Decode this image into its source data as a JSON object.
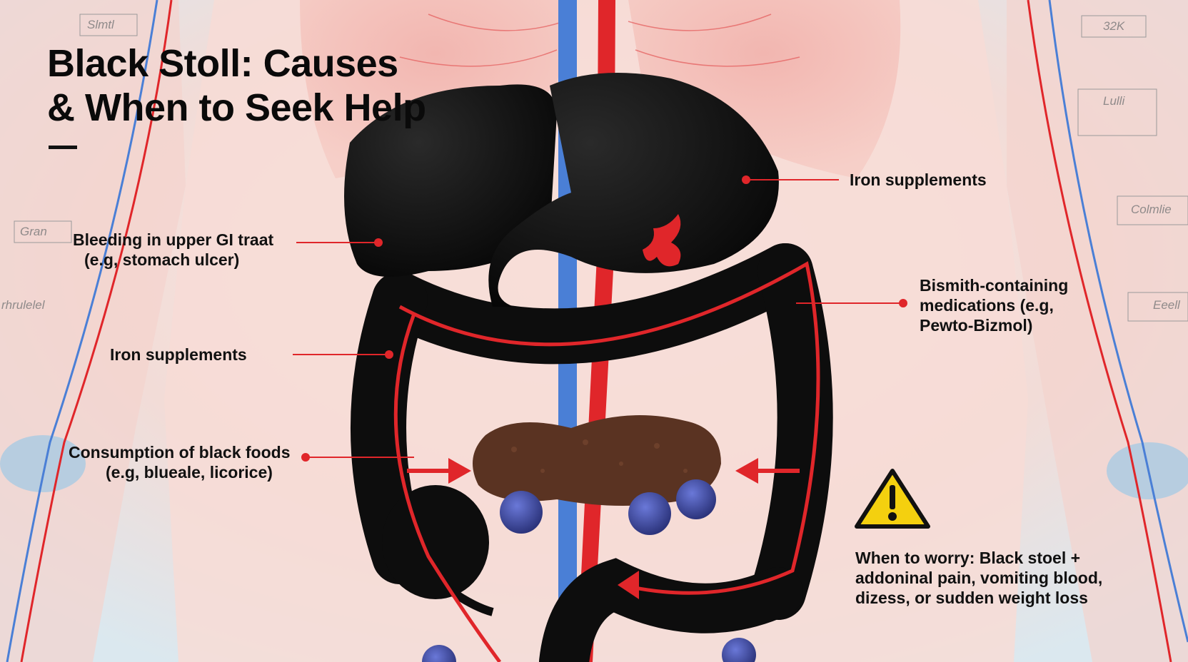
{
  "title": {
    "line1": "Black Stoll: Causes",
    "line2": "& When to Seek Help"
  },
  "labels": {
    "iron_right": "Iron supplements",
    "bleeding": {
      "line1": "Bleeding in upper GI traat",
      "line2": "(e.g, stomach ulcer)"
    },
    "bismuth": {
      "line1": "Bismith-containing",
      "line2": "medications (e.g,",
      "line3": "Pewto-Bizmol)"
    },
    "iron_left": "Iron supplements",
    "foods": {
      "line1": "Consumption of black foods",
      "line2": "(e.g, blueale, licorice)"
    },
    "warning": {
      "line1": "When to worry: Black stoel +",
      "line2": "addoninal pain, vomiting blood,",
      "line3": "dizess, or sudden weight loss"
    }
  },
  "background_labels": {
    "top_left": "Slmtl",
    "top_right": "32K",
    "right_upper": "Lulli",
    "right_mid": "Colmlie",
    "right_lower": "Eeell",
    "left_mid": "Gran",
    "left_lower": "rhrulelel"
  },
  "colors": {
    "organ": "#0d0d0d",
    "artery": "#e0262a",
    "vein": "#4a7fd6",
    "skin": "#f6d6d0",
    "warning_yellow": "#f4d00f",
    "stool": "#5a3322",
    "blueberry": "#3b4aa8"
  },
  "icons": {
    "warning": "warning-triangle-icon"
  }
}
